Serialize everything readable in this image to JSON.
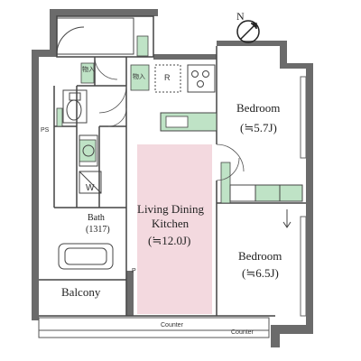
{
  "compass": {
    "north": "N"
  },
  "rooms": {
    "bedroom1": {
      "name": "Bedroom",
      "size": "(≒5.7J)"
    },
    "bedroom2": {
      "name": "Bedroom",
      "size": "(≒6.5J)"
    },
    "ldk": {
      "line1": "Living Dining",
      "line2": "Kitchen",
      "size": "(≒12.0J)"
    },
    "bath": {
      "name": "Bath",
      "size": "(1317)"
    },
    "balcony": {
      "name": "Balcony"
    }
  },
  "labels": {
    "storage1": "物入",
    "storage2": "物入",
    "fridge": "R",
    "ps": "PS",
    "washer": "W",
    "pipe": "P",
    "counter1": "Counter",
    "counter2": "Counter"
  },
  "colors": {
    "wall": "#6b6b6b",
    "ldk_fill": "#f3d9df",
    "storage_fill": "#bfe3c6",
    "line": "#444444"
  }
}
